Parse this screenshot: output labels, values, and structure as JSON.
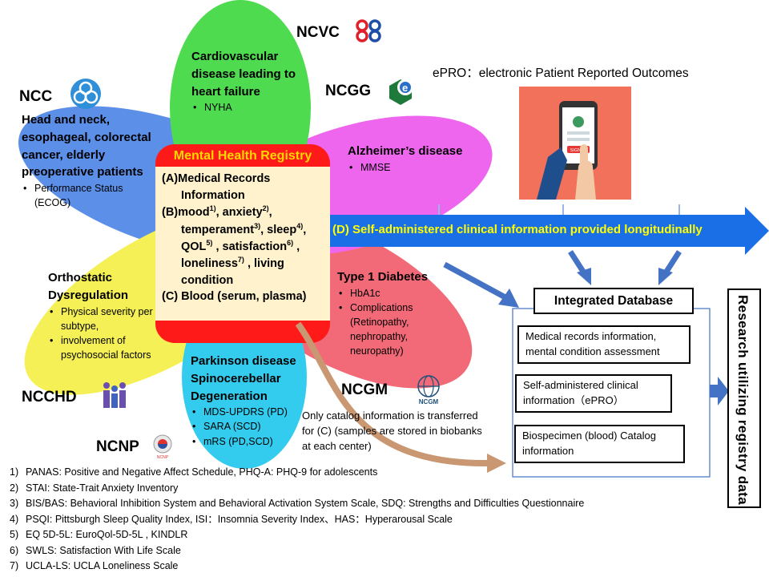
{
  "orgs": {
    "ncvc": "NCVC",
    "ncc": "NCC",
    "ncgg": "NCGG",
    "ncchd": "NCCHD",
    "ncgm": "NCGM",
    "ncnp": "NCNP"
  },
  "logos": {
    "ncgm_logo_text": "NCGM",
    "ncnp_logo_text": "NCNP"
  },
  "petals": {
    "cardio": {
      "title": "Cardiovascular disease leading to heart failure",
      "items": [
        "NYHA"
      ]
    },
    "cancer": {
      "title": "Head and neck, esophageal, colorectal cancer, elderly preoperative patients",
      "items": [
        "Performance Status (ECOG)"
      ]
    },
    "alzheimer": {
      "title": "Alzheimer’s disease",
      "items": [
        "MMSE"
      ]
    },
    "orthostatic": {
      "title": "Orthostatic Dysregulation",
      "items": [
        "Physical severity per subtype,",
        "involvement of psychosocial factors"
      ]
    },
    "diabetes": {
      "title": "Type 1 Diabetes",
      "items": [
        "HbA1c",
        "Complications (Retinopathy, nephropathy, neuropathy)"
      ]
    },
    "parkinson": {
      "title": "Parkinson disease Spinocerebellar Degeneration",
      "items": [
        "MDS-UPDRS (PD)",
        "SARA (SCD)",
        "mRS (PD,SCD)"
      ]
    }
  },
  "registry": {
    "title": "Mental Health Registry",
    "a": "(A)Medical Records",
    "a2": "Information",
    "b_lines": [
      "(B)mood",
      "anxiety",
      "temperament",
      "sleep",
      "QOL",
      "satisfaction",
      "loneliness",
      "living",
      "condition"
    ],
    "sup": [
      "1)",
      "2)",
      "3)",
      "4)",
      "5)",
      "6)",
      "7)"
    ],
    "c": "(C) Blood (serum, plasma)"
  },
  "epro": {
    "title": "ePRO：electronic Patient Reported Outcomes",
    "phone_button": "SIGN IN"
  },
  "arrow_text": "(D) Self-administered clinical information provided longitudinally",
  "catalog_note": "Only catalog information is transferred for (C) (samples are stored in biobanks at each center)",
  "database": {
    "title": "Integrated Database",
    "boxes": [
      "Medical records information, mental condition assessment",
      "Self-administered clinical information（ePRO）",
      "Biospecimen (blood) Catalog information"
    ]
  },
  "research": "Research utilizing registry data",
  "footnotes": [
    {
      "n": "1)",
      "text": "PANAS: Positive and Negative Affect Schedule, PHQ-A: PHQ-9 for adolescents"
    },
    {
      "n": "2)",
      "text": "STAI: State-Trait Anxiety Inventory"
    },
    {
      "n": "3)",
      "text": "BIS/BAS: Behavioral Inhibition System and Behavioral Activation System Scale, SDQ: Strengths and Difficulties Questionnaire"
    },
    {
      "n": "4)",
      "text": "PSQI: Pittsburgh Sleep Quality Index, ISI：Insomnia Severity Index、HAS：Hyperarousal Scale"
    },
    {
      "n": "5)",
      "text": "EQ 5D-5L: EuroQol-5D-5L , KINDLR"
    },
    {
      "n": "6)",
      "text": "SWLS: Satisfaction With Life Scale"
    },
    {
      "n": "7)",
      "text": "UCLA-LS: UCLA Loneliness Scale"
    }
  ],
  "colors": {
    "cardio": "#4fdb4f",
    "cancer": "#5b8fe8",
    "alzheimer": "#ee66ee",
    "orthostatic": "#f5f055",
    "diabetes": "#f26a78",
    "parkinson": "#33ccee",
    "registry_red": "#ff1a1a",
    "registry_fill": "#fff2cc",
    "arrow": "#1a6ee6",
    "arrow_text": "#ffff00",
    "db_arrow": "#4472c4",
    "catalog_arrow": "#c99872"
  }
}
